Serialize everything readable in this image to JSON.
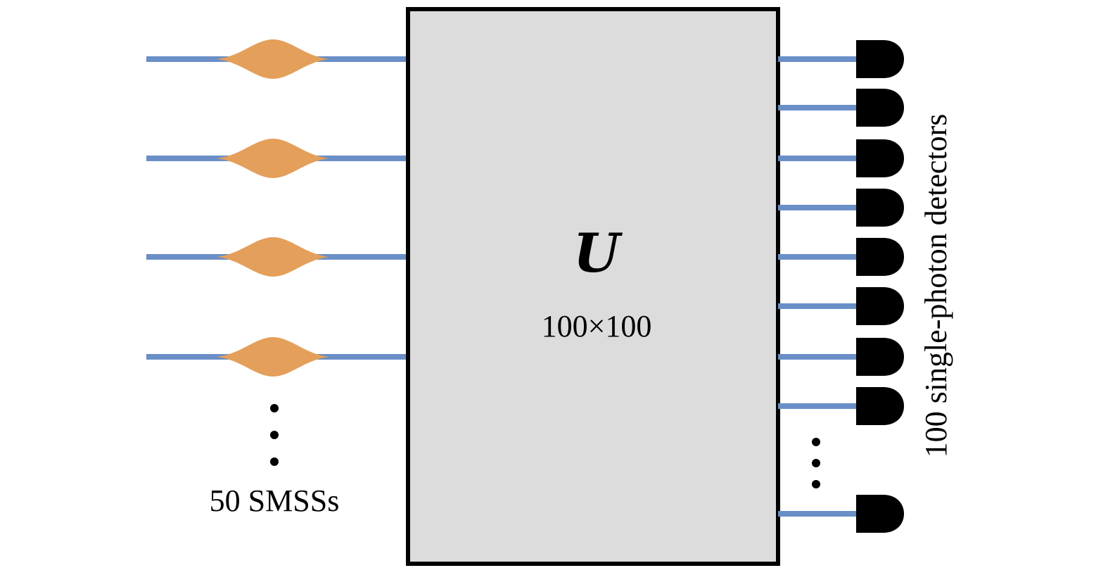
{
  "unitary": {
    "symbol": "U",
    "size": "100×100",
    "box_fill": "#dcdcdc",
    "box_stroke": "#000000"
  },
  "sources": {
    "label": "50 SMSSs",
    "visible_count": 4,
    "pulse_color": "#e49f5a",
    "waveguide_color": "#6a8fc7"
  },
  "detectors": {
    "label": "100 single-photon detectors",
    "visible_count": 9,
    "detector_icon": "d-shaped-detector-icon",
    "detector_color": "#000000"
  }
}
